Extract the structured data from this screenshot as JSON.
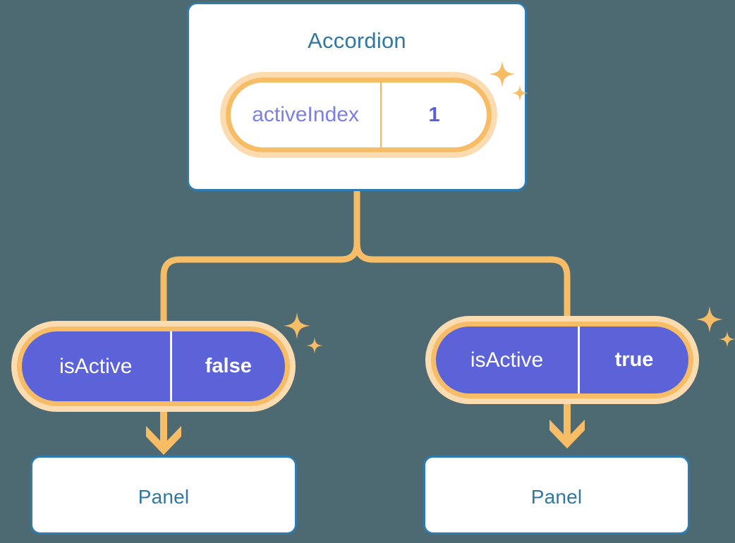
{
  "diagram": {
    "title_color": "#31779f",
    "background_color": "#4d6972",
    "accent_orange": "#f7bd66",
    "accent_orange_pale": "#fbdcb1",
    "accent_purple": "#5c63d8",
    "root": {
      "title": "Accordion",
      "state": {
        "key": "activeIndex",
        "value": "1"
      }
    },
    "branches": [
      {
        "state": {
          "key": "isActive",
          "value": "false"
        },
        "panel": {
          "title": "Panel"
        }
      },
      {
        "state": {
          "key": "isActive",
          "value": "true"
        },
        "panel": {
          "title": "Panel"
        }
      }
    ],
    "icons": {
      "sparkle_large": "sparkle-icon",
      "sparkle_small": "sparkle-small-icon",
      "arrow": "arrow-down-icon"
    }
  }
}
